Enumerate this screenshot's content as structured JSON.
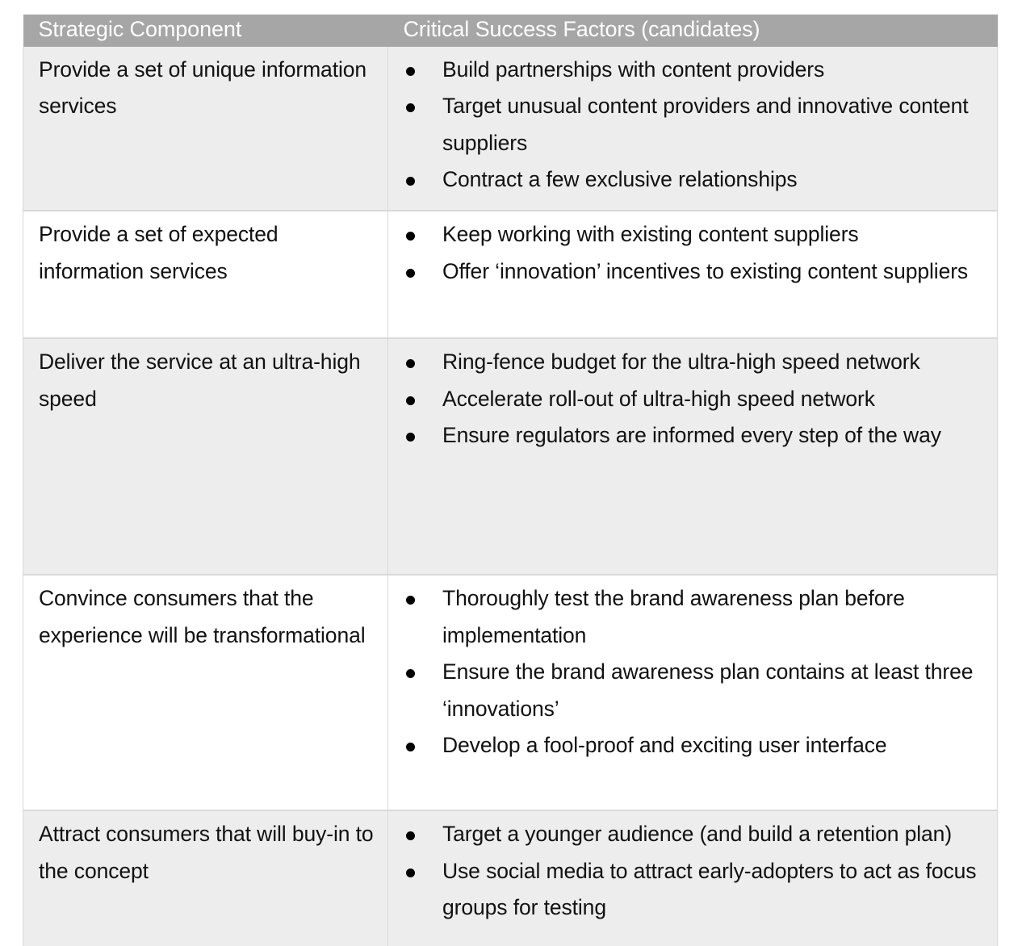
{
  "table": {
    "headers": {
      "component": "Strategic Component",
      "factors": "Critical Success Factors (candidates)"
    },
    "colors": {
      "header_background": "#a6a6a6",
      "header_text": "#ffffff",
      "shaded_row_background": "#ededed",
      "plain_row_background": "#ffffff",
      "border": "#d9d9d9",
      "body_text": "#111111",
      "bullet": "#000000"
    },
    "rows": [
      {
        "component": "Provide a set of unique information services",
        "factors": [
          "Build partnerships with content providers",
          "Target unusual content providers and innovative content suppliers",
          "Contract a few exclusive relationships"
        ]
      },
      {
        "component": "Provide a set of expected information services",
        "factors": [
          "Keep working with existing content suppliers",
          "Offer ‘innovation’ incentives to existing content suppliers"
        ]
      },
      {
        "component": "Deliver the service at an ultra-high speed",
        "factors": [
          "Ring-fence budget for the ultra-high speed network",
          "Accelerate roll-out of ultra-high speed network",
          "Ensure regulators are informed every step of the way"
        ]
      },
      {
        "component": "Convince consumers that the experience will be transformational",
        "factors": [
          "Thoroughly test the brand awareness plan before implementation",
          "Ensure the brand awareness plan contains at least three ‘innovations’",
          "Develop a fool-proof and exciting user interface"
        ]
      },
      {
        "component": "Attract consumers that will buy-in to the concept",
        "factors": [
          "Target a younger audience (and build a retention plan)",
          "Use social media to attract early-adopters to act as focus groups for testing"
        ]
      }
    ]
  }
}
